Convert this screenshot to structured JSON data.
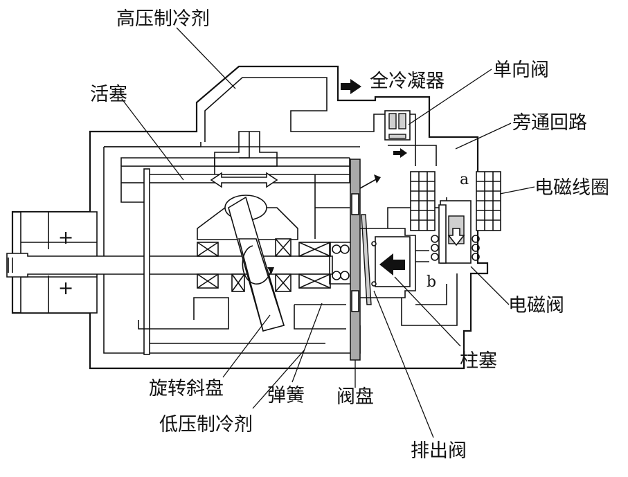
{
  "labels": {
    "high_pressure_refrigerant": "高压制冷剂",
    "to_condenser": "全冷凝器",
    "check_valve": "单向阀",
    "piston": "活塞",
    "bypass_circuit": "旁通回路",
    "electromagnetic_coil": "电磁线圈",
    "solenoid_valve": "电磁阀",
    "plunger": "柱塞",
    "swash_plate": "旋转斜盘",
    "spring": "弹簧",
    "valve_plate": "阀盘",
    "low_pressure_refrigerant": "低压制冷剂",
    "discharge_valve": "排出阀",
    "point_a": "a",
    "point_b": "b"
  },
  "colors": {
    "line": "#111111",
    "fill_grey": "#a9a9a9",
    "fill_light": "#cfcfcf",
    "background": "#ffffff"
  }
}
